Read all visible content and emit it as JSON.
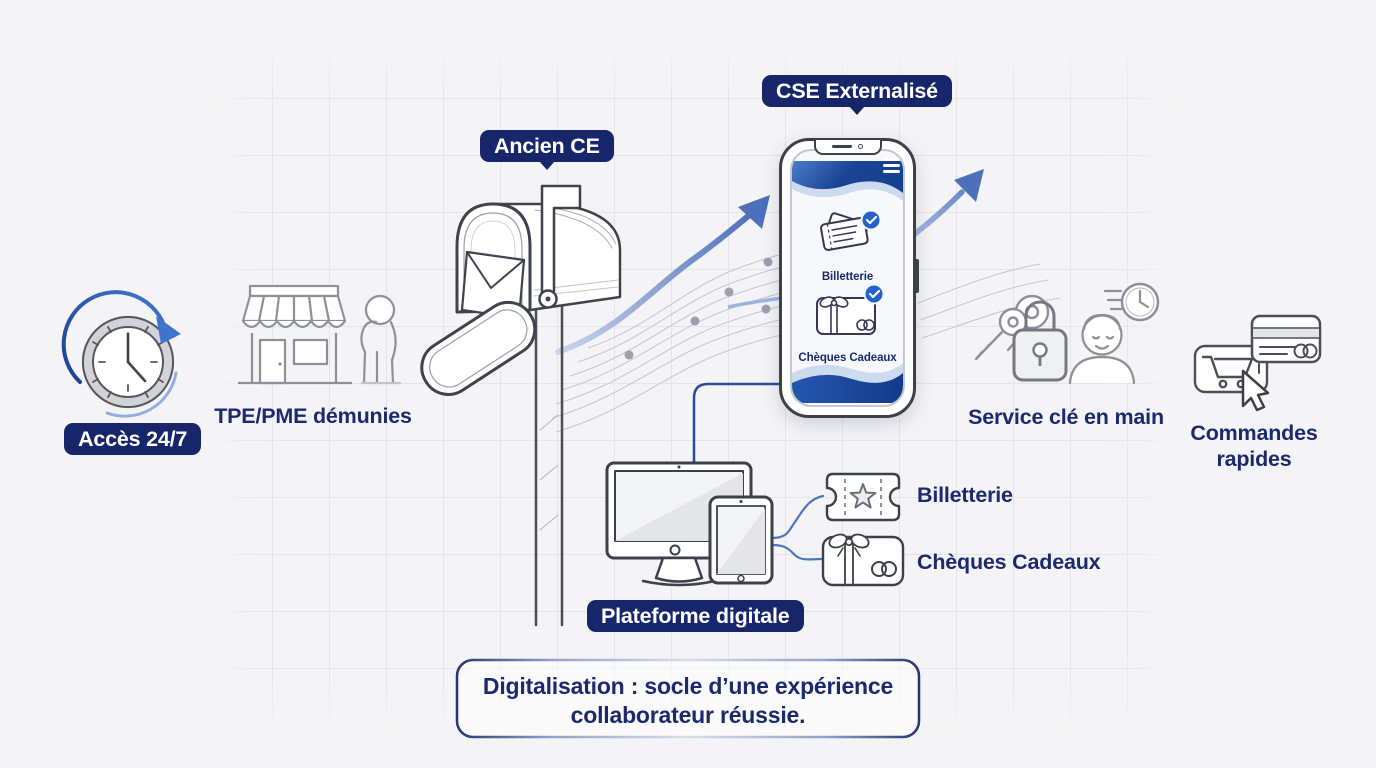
{
  "badges": {
    "acces": "Accès 24/7",
    "ancien_ce": "Ancien CE",
    "cse": "CSE Externalisé",
    "plateforme": "Plateforme digitale"
  },
  "labels": {
    "tpe_pme": "TPE/PME démunies",
    "service": "Service clé en main",
    "commandes": "Commandes rapides",
    "billetterie": "Billetterie",
    "cheques": "Chèques Cadeaux"
  },
  "phone": {
    "items": [
      {
        "label": "Billetterie"
      },
      {
        "label": "Chèques Cadeaux"
      }
    ]
  },
  "footer": {
    "line1": "Digitalisation : socle d’une expérience",
    "line2": "collaborateur réussie."
  },
  "colors": {
    "background": "#f4f4f6",
    "badge_bg": "#17266b",
    "navy_text": "#1b2a6e",
    "accent_blue": "#2f6cc4",
    "arrow_blue": "#3f63b5",
    "check_blue": "#2463c9",
    "icon_dark": "#3f434c",
    "icon_gray": "#8d9099",
    "grid_line": "#e4e5e9"
  },
  "icon_names": [
    "clock-247-icon",
    "storefront-icon",
    "walking-person-icon",
    "mailbox-icon",
    "growth-arrow-icon",
    "smartphone-icon",
    "hamburger-menu-icon",
    "ticket-icon",
    "gift-card-icon",
    "check-badge-icon",
    "keys-icon",
    "padlock-icon",
    "employee-face-icon",
    "speed-clock-icon",
    "shopping-cart-icon",
    "credit-card-icon",
    "cursor-icon",
    "desktop-monitor-icon",
    "tablet-icon"
  ]
}
